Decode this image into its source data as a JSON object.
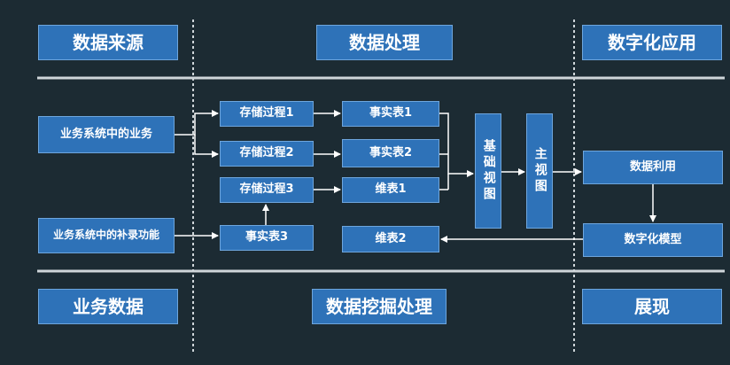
{
  "headers": {
    "top_left": "数据来源",
    "top_mid": "数据处理",
    "top_right": "数字化应用",
    "bottom_left": "业务数据",
    "bottom_mid": "数据挖掘处理",
    "bottom_right": "展现"
  },
  "sources": {
    "business": "业务系统中的业务",
    "supplement": "业务系统中的补录功能"
  },
  "procs": {
    "p1": "存储过程1",
    "p2": "存储过程2",
    "p3": "存储过程3",
    "fact3": "事实表3"
  },
  "tables": {
    "fact1": "事实表1",
    "fact2": "事实表2",
    "dim1": "维表1",
    "dim2": "维表2"
  },
  "views": {
    "base": "基础视图",
    "subject": "主视图"
  },
  "apps": {
    "use": "数据利用",
    "model": "数字化模型"
  },
  "colors": {
    "background": "#1c2b33",
    "box_fill": "#2e72b8",
    "box_border": "#6ea6dd",
    "text": "#ffffff"
  }
}
